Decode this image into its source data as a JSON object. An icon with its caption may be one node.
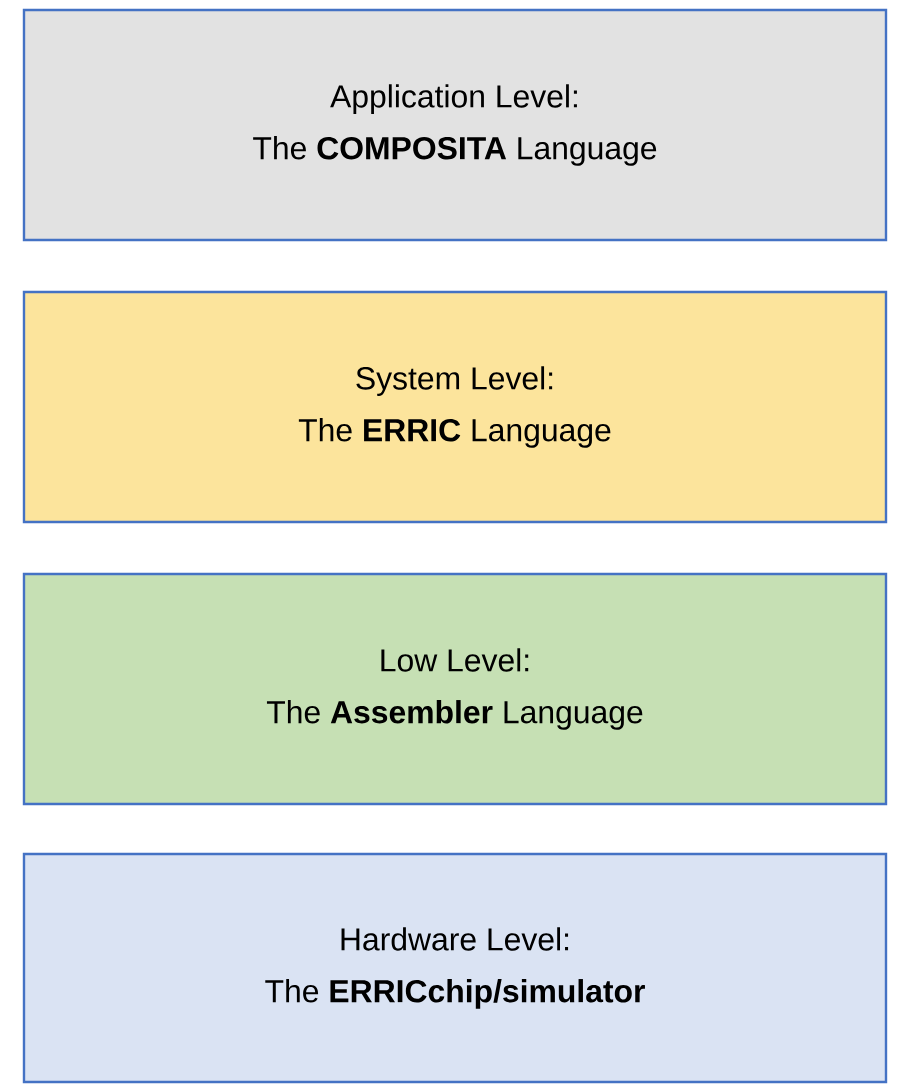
{
  "diagram": {
    "nodes": [
      {
        "text": [
          "Application Level:",
          "The **COMPOSITA** Language"
        ]
      },
      {
        "text": [
          "System Level:",
          "The **ERRIC** Language"
        ]
      },
      {
        "text": [
          "Low Level:",
          "The **Assembler** Language"
        ]
      },
      {
        "text": [
          "Hardware Level:",
          "The **ERRICchip/simulator**"
        ]
      }
    ]
  }
}
